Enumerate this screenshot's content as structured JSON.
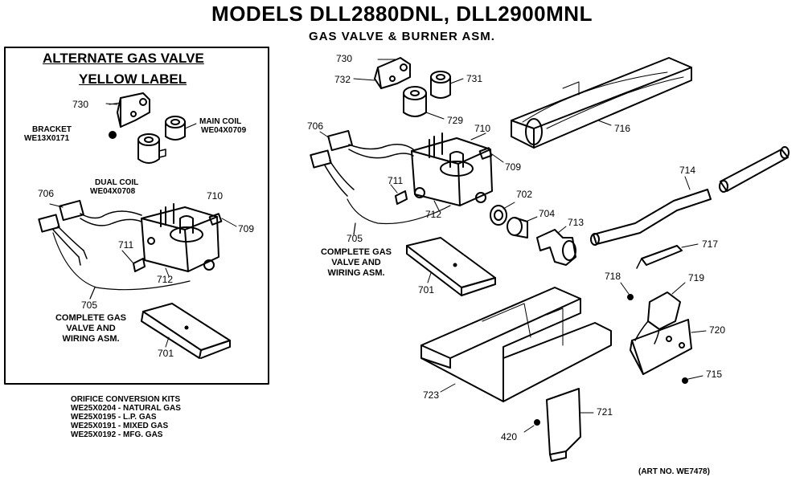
{
  "title": "MODELS DLL2880DNL, DLL2900MNL",
  "subtitle": "GAS VALVE & BURNER ASM.",
  "inset": {
    "heading_line1": "ALTERNATE GAS VALVE",
    "heading_line2": "YELLOW LABEL",
    "bracket_label": "BRACKET",
    "bracket_part": "WE13X0171",
    "main_coil_label": "MAIN COIL",
    "main_coil_part": "WE04X0709",
    "dual_coil_label": "DUAL COIL",
    "dual_coil_part": "WE04X0708",
    "assembly_caption": [
      "COMPLETE GAS",
      "VALVE AND",
      "WIRING ASM."
    ],
    "numbers": {
      "n730": "730",
      "n706": "706",
      "n710": "710",
      "n709": "709",
      "n711": "711",
      "n712": "712",
      "n705": "705",
      "n701": "701"
    }
  },
  "main": {
    "assembly_caption": [
      "COMPLETE GAS",
      "VALVE AND",
      "WIRING ASM."
    ],
    "numbers": {
      "n730": "730",
      "n732": "732",
      "n731": "731",
      "n729": "729",
      "n706": "706",
      "n710": "710",
      "n709": "709",
      "n711": "711",
      "n712": "712",
      "n702": "702",
      "n704": "704",
      "n713": "713",
      "n705": "705",
      "n701": "701",
      "n716": "716",
      "n714": "714",
      "n717": "717",
      "n718": "718",
      "n719": "719",
      "n720": "720",
      "n715": "715",
      "n723": "723",
      "n721": "721",
      "n420": "420"
    }
  },
  "orifice_kits": {
    "heading": "ORIFICE CONVERSION KITS",
    "items": [
      "WE25X0204 - NATURAL GAS",
      "WE25X0195 - L.P. GAS",
      "WE25X0191 - MIXED GAS",
      "WE25X0192 - MFG. GAS"
    ]
  },
  "art_number": "(ART NO. WE7478)"
}
